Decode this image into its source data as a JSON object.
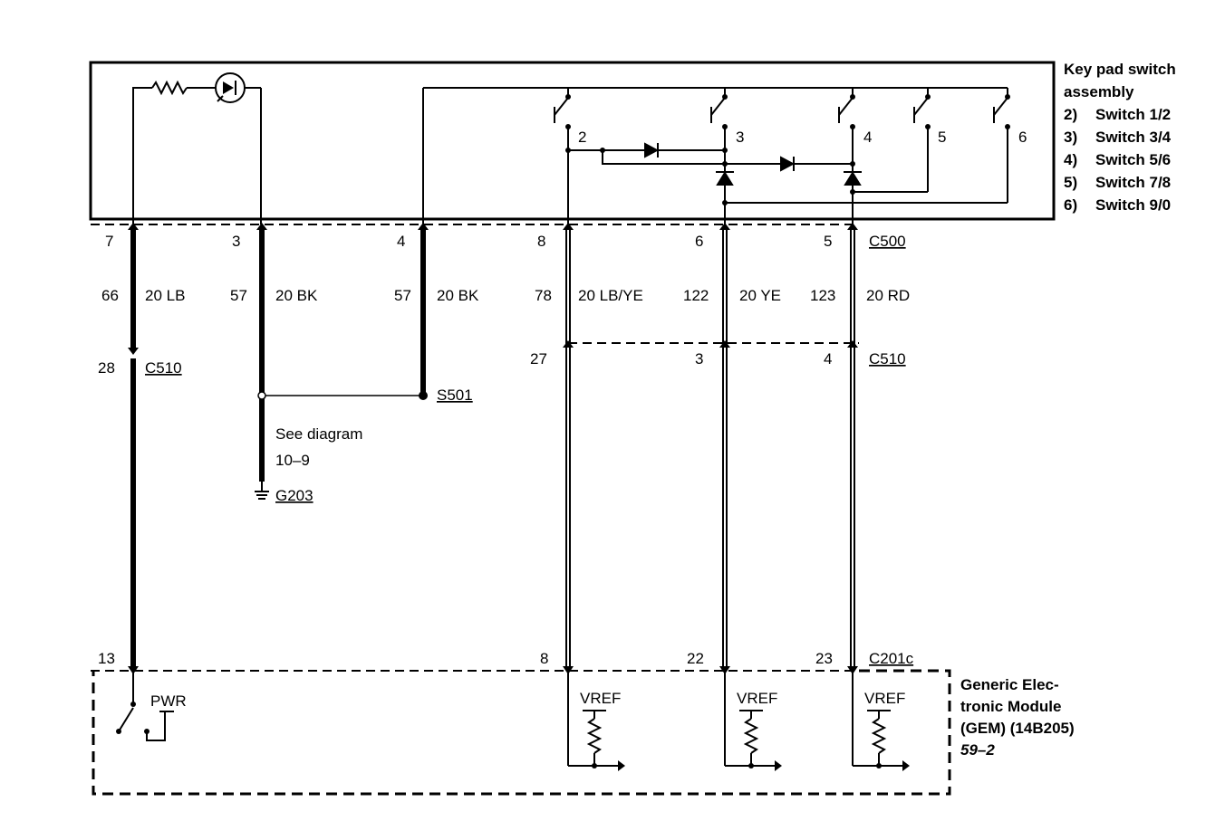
{
  "keypad": {
    "title_line1": "Key pad switch",
    "title_line2": "assembly",
    "switches": [
      {
        "num": "2)",
        "label": "Switch 1/2"
      },
      {
        "num": "3)",
        "label": "Switch 3/4"
      },
      {
        "num": "4)",
        "label": "Switch 5/6"
      },
      {
        "num": "5)",
        "label": "Switch 7/8"
      },
      {
        "num": "6)",
        "label": "Switch 9/0"
      }
    ],
    "switch_numbers": [
      "2",
      "3",
      "4",
      "5",
      "6"
    ]
  },
  "gem": {
    "line1": "Generic Elec-",
    "line2": "tronic Module",
    "line3": "(GEM) (14B205)",
    "ref": "59–2",
    "pwr": "PWR",
    "vref": "VREF"
  },
  "connectors": {
    "c500": "C500",
    "c510": "C510",
    "c201c": "C201c",
    "s501": "S501",
    "g203": "G203"
  },
  "see_diagram": {
    "line1": "See diagram",
    "line2": "10–9"
  },
  "wires": [
    {
      "c500_pin": "7",
      "circuit": "66",
      "gauge_color": "20 LB",
      "c510_pin": "28",
      "gem_pin": "13"
    },
    {
      "c500_pin": "3",
      "circuit": "57",
      "gauge_color": "20 BK"
    },
    {
      "c500_pin": "4",
      "circuit": "57",
      "gauge_color": "20 BK"
    },
    {
      "c500_pin": "8",
      "circuit": "78",
      "gauge_color": "20 LB/YE",
      "c510_pin": "27",
      "gem_pin": "8"
    },
    {
      "c500_pin": "6",
      "circuit": "122",
      "gauge_color": "20 YE",
      "c510_pin": "3",
      "gem_pin": "22"
    },
    {
      "c500_pin": "5",
      "circuit": "123",
      "gauge_color": "20 RD",
      "c510_pin": "4",
      "gem_pin": "23"
    }
  ]
}
